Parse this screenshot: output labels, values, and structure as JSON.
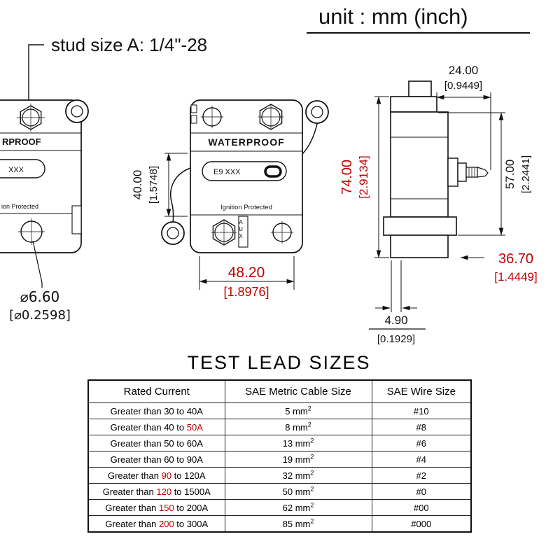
{
  "header": {
    "unit_label": "unit : mm (inch)",
    "stud_label": "stud size A: 1/4\"-28"
  },
  "left_view": {
    "brand_label": "RPROOF",
    "model_label": "XXX",
    "ignition_label": "ion Protected"
  },
  "front_view": {
    "brand_label": "WATERPROOF",
    "model_label": "E9  XXX",
    "ignition_label": "Ignition Protected",
    "aux_label": "AUX"
  },
  "dimensions": {
    "hole_dia_mm": "⌀6.60",
    "hole_dia_in": "[⌀0.2598]",
    "height_mm": "40.00",
    "height_in": "[1.5748]",
    "width_mm": "48.20",
    "width_in": "[1.8976]",
    "side_height_mm": "74.00",
    "side_height_in": "[2.9134]",
    "top_depth_mm": "24.00",
    "top_depth_in": "[0.9449]",
    "stud_height_mm": "57.00",
    "stud_height_in": "[2.2441]",
    "stud_offset_mm": "36.70",
    "stud_offset_in": "[1.4449]",
    "base_offset_mm": "4.90",
    "base_offset_in": "[0.1929]"
  },
  "colors": {
    "dimension_red": "#c00000",
    "line_black": "#111111"
  },
  "table": {
    "title": "TEST LEAD SIZES",
    "columns": [
      "Rated Current",
      "SAE Metric Cable Size",
      "SAE Wire Size"
    ],
    "rows": [
      {
        "prefix": "Greater than 30 to 40A",
        "red": "",
        "suffix": "",
        "cable": "5 mm",
        "cable_sup": "2",
        "wire": "#10"
      },
      {
        "prefix": "Greater than 40 to ",
        "red": "50A",
        "suffix": "",
        "cable": "8 mm",
        "cable_sup": "2",
        "wire": "#8"
      },
      {
        "prefix": "Greater than 50 to 60A",
        "red": "",
        "suffix": "",
        "cable": "13 mm",
        "cable_sup": "2",
        "wire": "#6"
      },
      {
        "prefix": "Greater than 60 to 90A",
        "red": "",
        "suffix": "",
        "cable": "19 mm",
        "cable_sup": "2",
        "wire": "#4"
      },
      {
        "prefix": "Greater than ",
        "red": "90",
        "suffix": " to 120A",
        "cable": "32 mm",
        "cable_sup": "2",
        "wire": "#2"
      },
      {
        "prefix": "Greater than ",
        "red": "120",
        "suffix": " to 1500A",
        "cable": "50 mm",
        "cable_sup": "2",
        "wire": "#0"
      },
      {
        "prefix": "Greater than ",
        "red": "150",
        "suffix": " to 200A",
        "cable": "62 mm",
        "cable_sup": "2",
        "wire": "#00"
      },
      {
        "prefix": "Greater than ",
        "red": "200",
        "suffix": " to 300A",
        "cable": "85 mm",
        "cable_sup": "2",
        "wire": "#000"
      }
    ]
  }
}
